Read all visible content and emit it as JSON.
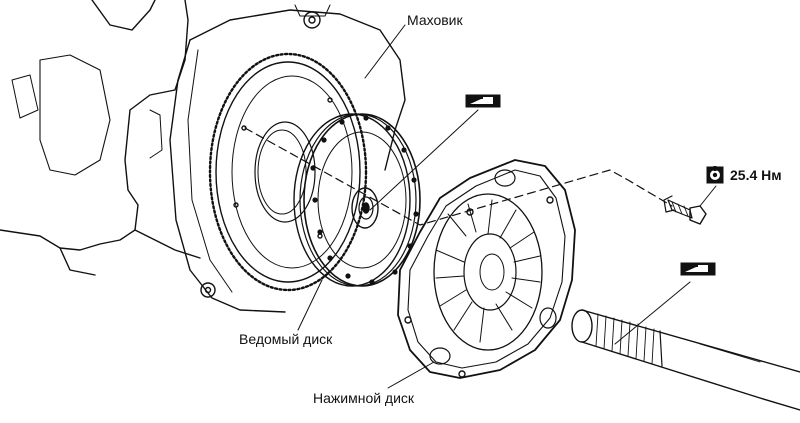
{
  "labels": {
    "flywheel": "Маховик",
    "driven_disc": "Ведомый диск",
    "pressure_plate": "Нажимной диск"
  },
  "torque": {
    "value": "25.4 Нм",
    "icon": "torque-wrench-icon"
  },
  "icons": {
    "grease_1": "grease-gun-icon",
    "grease_2": "grease-gun-icon"
  }
}
